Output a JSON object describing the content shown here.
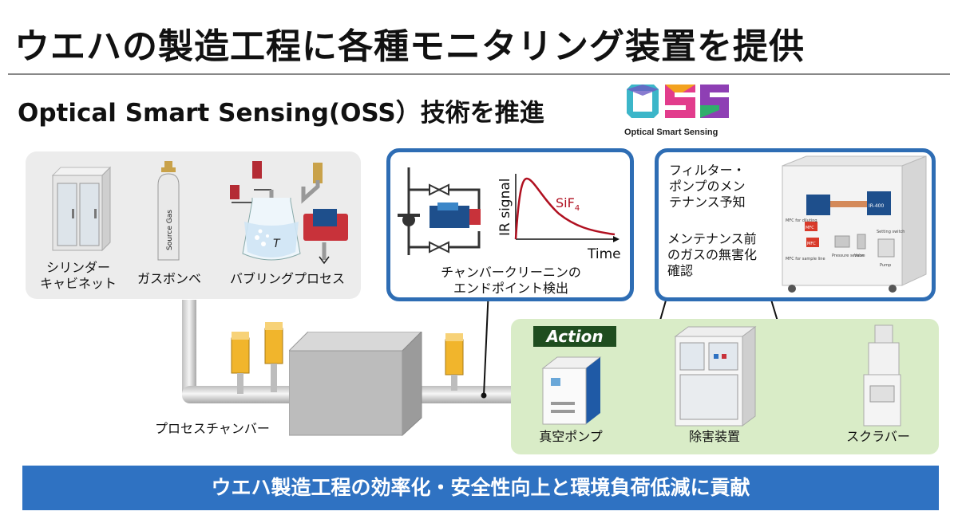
{
  "title": "ウエハの製造工程に各種モニタリング装置を提供",
  "subtitle": "Optical Smart Sensing(OSS）技術を推進",
  "logo": {
    "letters": "OSS",
    "caption": "Optical Smart Sensing"
  },
  "equipment": {
    "cylinder_cabinet": [
      "シリンダー",
      "キャビネット"
    ],
    "gas_cylinder": "ガスボンベ",
    "gas_cylinder_tag": "Source Gas",
    "bubbling_process": "バブリングプロセス",
    "bubbler_temp": "T",
    "process_chamber": "プロセスチャンバー",
    "vacuum_pump": "真空ポンプ",
    "abatement": "除害装置",
    "scrubber": "スクラバー"
  },
  "endpoint": {
    "caption": [
      "チャンバークリーニンの",
      "エンドポイント検出"
    ],
    "chart": {
      "ylabel": "IR signal",
      "xlabel": "Time",
      "series_label": "SiF",
      "series_subscript": "4"
    }
  },
  "filter": {
    "maintenance": [
      "フィルター・",
      "ポンプのメン",
      "テナンス予知"
    ],
    "detox": [
      "メンテナンス前",
      "のガスの無害化",
      "確認"
    ],
    "device_labels": {
      "ir": "IR-400",
      "mfc": "MFC",
      "mfc_dilute": "MFC for diluting",
      "mfc_sample": "MFC for sample line",
      "pressure": "Pressure sensor",
      "valve": "Valve",
      "pump": "Pump",
      "setting": "Setting switch"
    }
  },
  "action_label": "Action",
  "banner": "ウエハ製造工程の効率化・安全性向上と環境負荷低減に貢献",
  "colors": {
    "accent_blue": "#2f72c2",
    "panel_border": "#2e6db4",
    "action_bg": "#d9ecc7",
    "curve": "#b01020"
  }
}
